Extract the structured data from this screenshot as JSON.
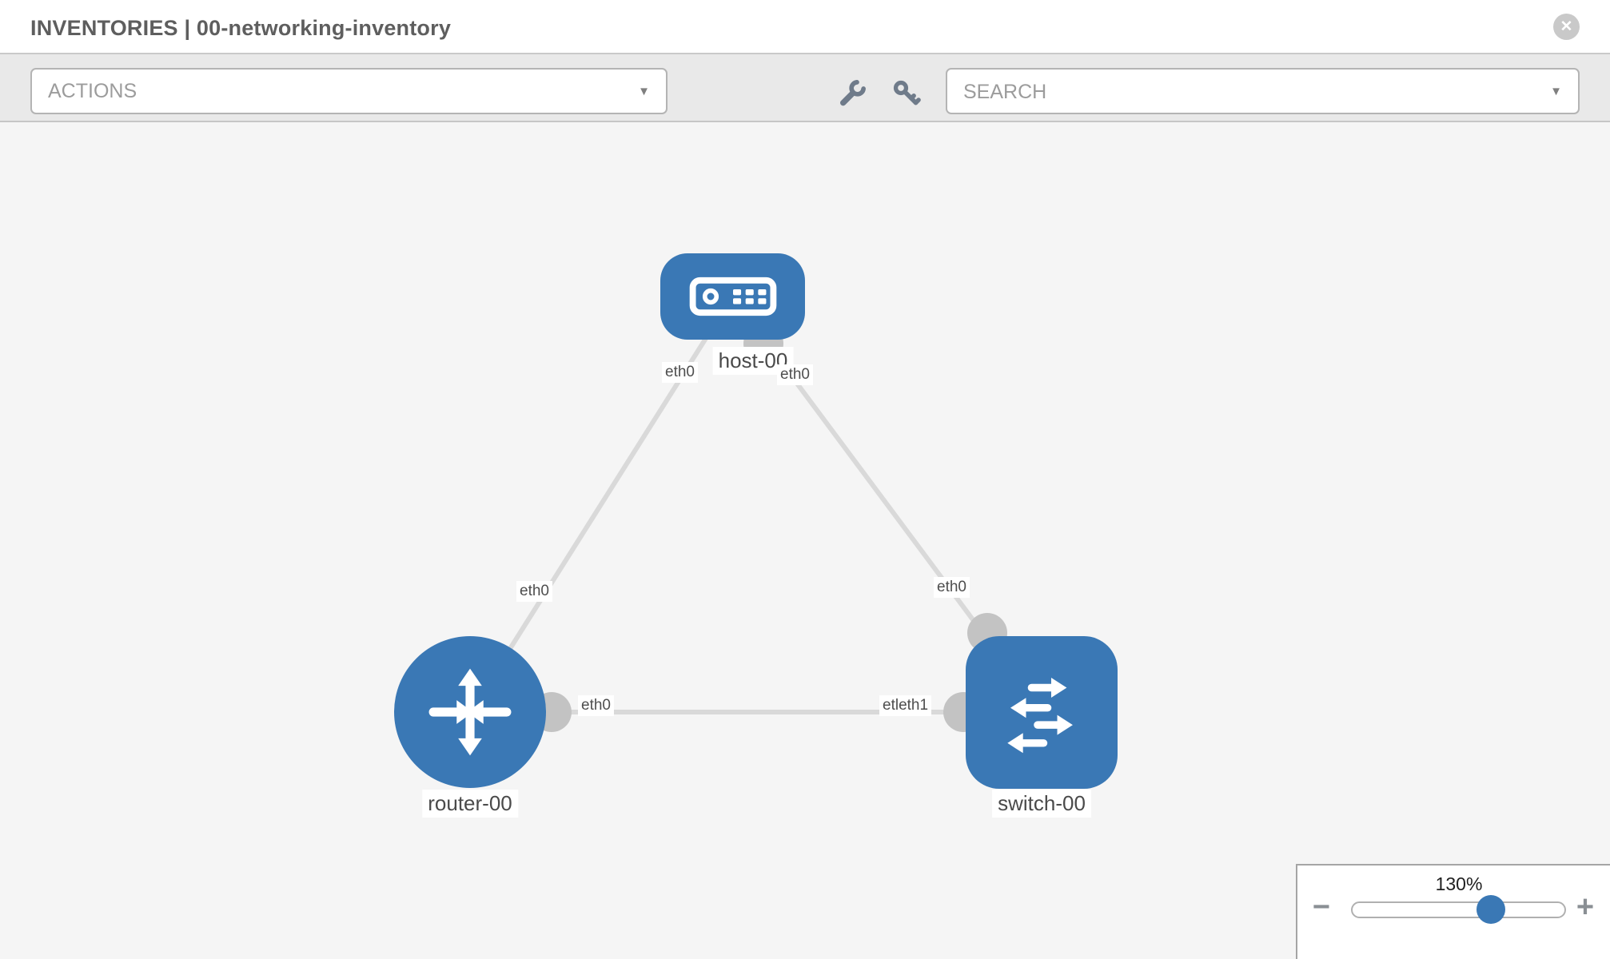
{
  "header": {
    "title": "INVENTORIES | 00-networking-inventory",
    "close_glyph": "✕"
  },
  "toolbar": {
    "actions": {
      "label": "ACTIONS"
    },
    "search": {
      "placeholder": "SEARCH",
      "value": ""
    },
    "caret_glyph": "▼",
    "icon_names": [
      "wrench-icon",
      "key-icon"
    ]
  },
  "topology": {
    "nodes": [
      {
        "label": "host-00",
        "type": "host"
      },
      {
        "label": "router-00",
        "type": "router"
      },
      {
        "label": "switch-00",
        "type": "switch"
      }
    ],
    "links": [
      {
        "from": "router-00",
        "to": "host-00"
      },
      {
        "from": "host-00",
        "to": "switch-00"
      },
      {
        "from": "router-00",
        "to": "switch-00"
      }
    ],
    "iface_labels": [
      {
        "text": "eth0",
        "link": "router-00 to host-00",
        "end": "host-00"
      },
      {
        "text": "eth0",
        "link": "host-00 to switch-00",
        "end": "host-00"
      },
      {
        "text": "eth0",
        "link": "router-00 to host-00",
        "end": "router-00"
      },
      {
        "text": "eth0",
        "link": "host-00 to switch-00",
        "end": "switch-00"
      },
      {
        "text": "eth0",
        "link": "router-00 to switch-00",
        "end": "router-00"
      },
      {
        "text": "etleth1",
        "link": "router-00 to switch-00",
        "end": "switch-00"
      }
    ]
  },
  "zoom_control": {
    "value": "130%",
    "minus_glyph": "−",
    "plus_glyph": "+"
  },
  "colors": {
    "node_blue": "#3a78b5",
    "link_gray": "#d9d9d9",
    "connector_gray": "#c3c3c3",
    "canvas_bg": "#f5f5f5",
    "toolbar_bg": "#e9e9e9"
  }
}
